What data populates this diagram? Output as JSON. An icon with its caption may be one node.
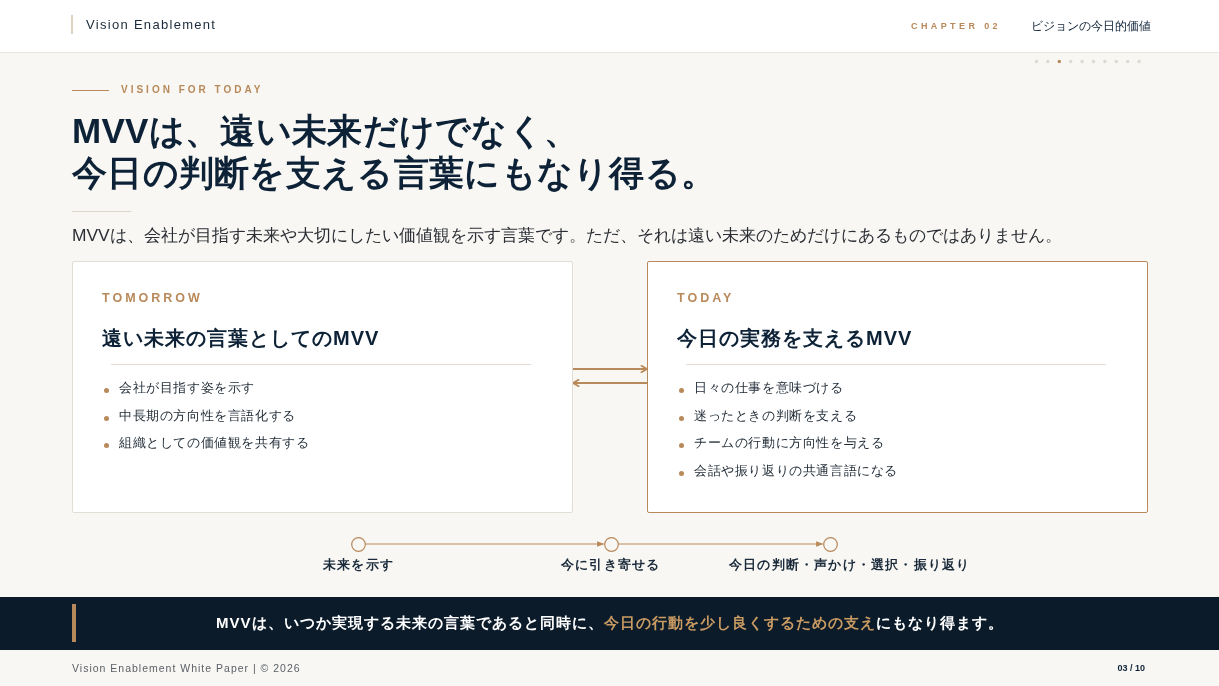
{
  "diagram": {
    "title": "MVVは、遠い未来だけでなく、今日の判断を支える言葉にもなり得る。",
    "nodes": [
      {
        "text": [
          "TOMORROW",
          "遠い未来の言葉としてのMVV",
          "会社が目指す姿を示す",
          "中長期の方向性を言語化する",
          "組織としての価値観を共有する"
        ]
      },
      {
        "text": [
          "TODAY",
          "今日の実務を支えるMVV",
          "日々の仕事を意味づける",
          "迷ったときの判断を支える",
          "チームの行動に方向性を与える",
          "会話や振り返りの共通言語になる"
        ]
      },
      {
        "text": [],
        "shape": "circle",
        "beside": [
          "未来を示す"
        ]
      },
      {
        "text": [],
        "shape": "circle",
        "beside": [
          "今に引き寄せる"
        ]
      },
      {
        "text": [],
        "shape": "circle",
        "beside": [
          "今日の判断・声かけ・選択・振り返り"
        ]
      },
      {
        "text": [
          "MVVは、いつか実現する未来の言葉であると同時に、**今日の行動を少し良くするための支え**にもなり得ます。"
        ]
      }
    ],
    "edges": [
      {
        "from": 0,
        "to": 1,
        "arrow": "to"
      },
      {
        "from": 1,
        "to": 0,
        "arrow": "to"
      },
      {
        "from": 2,
        "to": 3,
        "arrow": "to"
      },
      {
        "from": 3,
        "to": 4,
        "arrow": "to"
      }
    ],
    "labels": [
      "Vision Enablement",
      "CHAPTER 02",
      "ビジョンの今日的価値",
      "VISION FOR TODAY",
      "MVVは、会社が目指す未来や大切にしたい価値観を示す言葉です。ただ、それは遠い未来のためだけにあるものではありません。",
      "Vision Enablement White Paper | © 2026",
      "03 / 10"
    ]
  }
}
